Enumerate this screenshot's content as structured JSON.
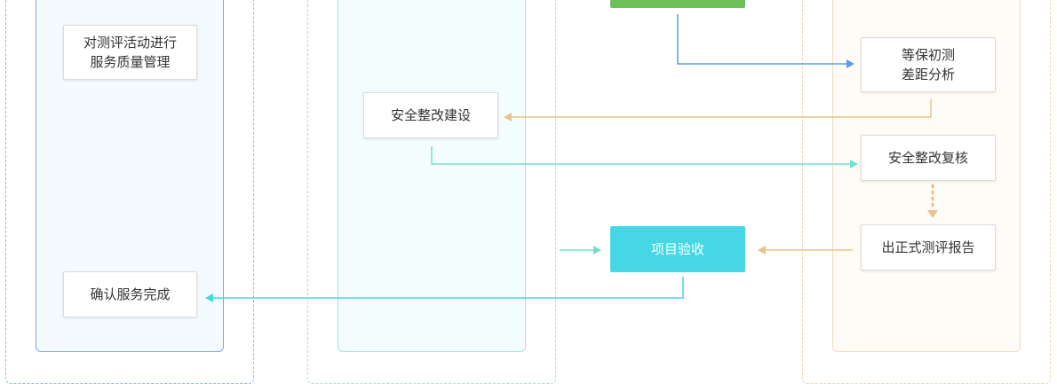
{
  "nodes": {
    "quality_mgmt": "对测评活动进行\n服务质量管理",
    "confirm_service": "确认服务完成",
    "security_rectify_build": "安全整改建设",
    "project_acceptance": "项目验收",
    "gap_analysis": "等保初测\n差距分析",
    "rectify_recheck": "安全整改复核",
    "formal_report": "出正式测评报告"
  },
  "colors": {
    "blue": "#5b9cf0",
    "teal": "#74e0cc",
    "cyan": "#45d7e5",
    "orange": "#e8c48a",
    "green": "#6dbf57"
  }
}
